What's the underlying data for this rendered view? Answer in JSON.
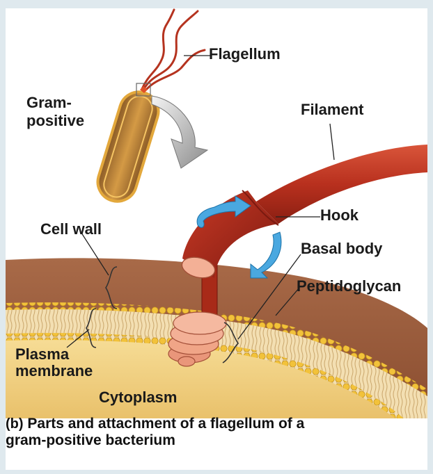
{
  "labels": {
    "flagellum": "Flagellum",
    "gram_positive_line1": "Gram-",
    "gram_positive_line2": "positive",
    "filament": "Filament",
    "hook": "Hook",
    "cell_wall": "Cell wall",
    "basal_body": "Basal body",
    "peptidoglycan": "Peptidoglycan",
    "plasma_membrane_line1": "Plasma",
    "plasma_membrane_line2": "membrane",
    "cytoplasm": "Cytoplasm"
  },
  "caption": {
    "tag": "(b)",
    "text_line1": "Parts and attachment of a flagellum of a",
    "text_line2": "gram-positive bacterium"
  },
  "colors": {
    "flagellum": "#b5331f",
    "cell_wall": "#9b5a3a",
    "membrane_heads": "#f2c23a",
    "cytoplasm": "#f3d98a",
    "basal_body": "#f0a080",
    "rotation_arrow": "#4aa8e0"
  }
}
